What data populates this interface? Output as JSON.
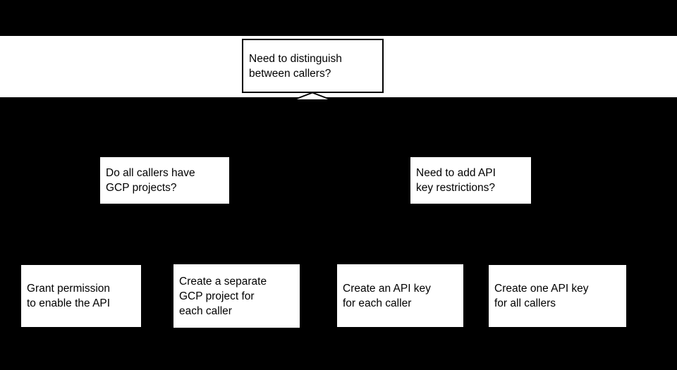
{
  "colors": {
    "background": "#000000",
    "band": "#ffffff",
    "box_fill": "#ffffff",
    "box_border": "#000000",
    "text": "#000000"
  },
  "flowchart": {
    "root_question": "Need to distinguish\nbetween callers?",
    "branch_questions": [
      {
        "label": "Do all callers have\nGCP projects?"
      },
      {
        "label": "Need to add API\nkey restrictions?"
      }
    ],
    "outcomes": [
      {
        "label": "Grant permission\nto enable the API"
      },
      {
        "label": "Create a separate\nGCP project for\neach caller"
      },
      {
        "label": "Create an API key\nfor each caller"
      },
      {
        "label": "Create one API key\nfor all callers"
      }
    ]
  }
}
